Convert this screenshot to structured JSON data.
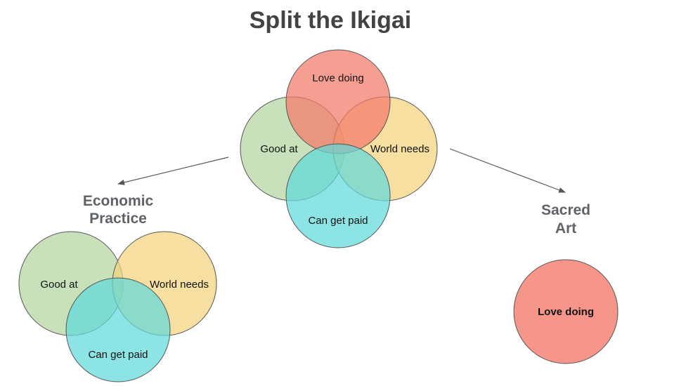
{
  "title": "Split the Ikigai",
  "colors": {
    "love": "#f4786a",
    "good": "#b8d8a8",
    "world": "#f3d27c",
    "paid": "#5fdada",
    "arrow": "#555555",
    "title": "#434343",
    "heading": "#5f6368"
  },
  "center_venn": {
    "love_doing": "Love doing",
    "good_at": "Good at",
    "world_needs": "World needs",
    "can_get_paid": "Can get paid"
  },
  "economic_practice": {
    "heading_line1": "Economic",
    "heading_line2": "Practice",
    "good_at": "Good at",
    "world_needs": "World needs",
    "can_get_paid": "Can get paid"
  },
  "sacred_art": {
    "heading_line1": "Sacred",
    "heading_line2": "Art",
    "love_doing": "Love doing"
  }
}
